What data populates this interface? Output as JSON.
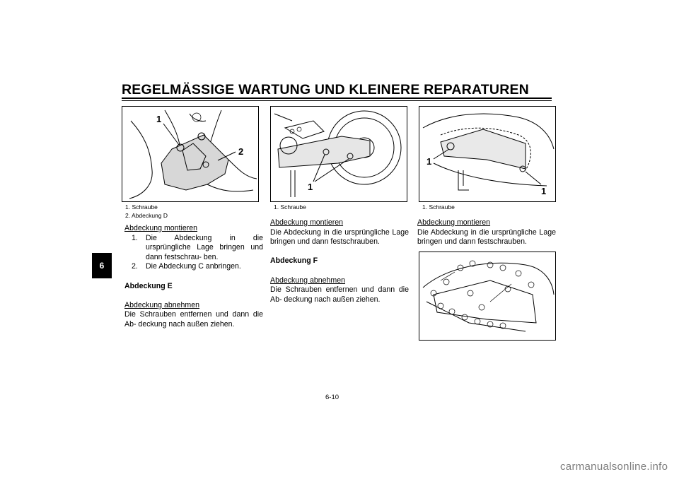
{
  "header": {
    "title": "REGELMÄSSIGE WARTUNG UND KLEINERE REPARATUREN"
  },
  "chapter_tab": "6",
  "figures": {
    "fig1": {
      "callout_1": "1",
      "callout_2": "2",
      "captions": [
        "1. Schraube",
        "2. Abdeckung D"
      ]
    },
    "fig2": {
      "callout_1": "1",
      "captions": [
        "1. Schraube"
      ]
    },
    "fig3": {
      "callout_1a": "1",
      "callout_1b": "1",
      "captions": [
        "1. Schraube"
      ]
    }
  },
  "col1": {
    "heading1": "Abdeckung montieren",
    "steps": [
      {
        "num": "1.",
        "text": "Die Abdeckung in die ursprüngliche Lage bringen und dann festschrau- ben."
      },
      {
        "num": "2.",
        "text": "Die Abdeckung C anbringen."
      }
    ],
    "section": "Abdeckung E",
    "heading2": "Abdeckung abnehmen",
    "para2": "Die Schrauben entfernen und dann die Ab- deckung nach außen ziehen."
  },
  "col2": {
    "heading1": "Abdeckung montieren",
    "para1": "Die Abdeckung in die ursprüngliche Lage bringen und dann festschrauben.",
    "section": "Abdeckung F",
    "heading2": "Abdeckung abnehmen",
    "para2": "Die Schrauben entfernen und dann die Ab- deckung nach außen ziehen."
  },
  "col3": {
    "heading1": "Abdeckung montieren",
    "para1": "Die Abdeckung in die ursprüngliche Lage bringen und dann festschrauben."
  },
  "page_number": "6-10",
  "footer": "carmanualsonline.info"
}
